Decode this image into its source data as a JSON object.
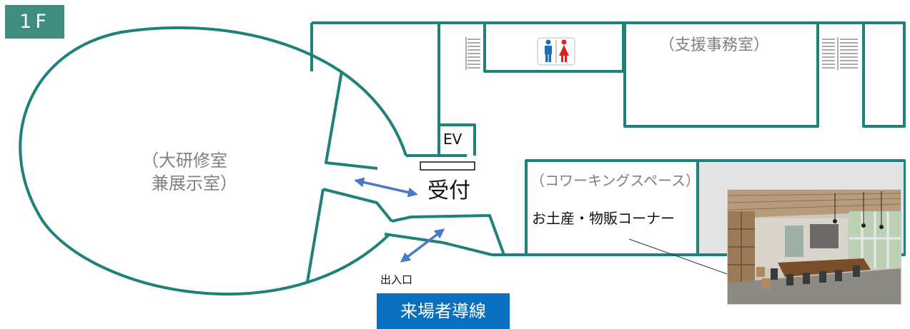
{
  "floor_label": "1F",
  "rooms": {
    "large_room_line1": "（大研修室",
    "large_room_line2": "兼展示室）",
    "support_office": "（支援事務室）",
    "elevator": "EV",
    "reception": "受付",
    "coworking": "（コワーキングスペース）",
    "souvenir_corner": "お土産・物販コーナー",
    "entrance": "出入口"
  },
  "legend": {
    "visitor_route": "来場者導線"
  },
  "icons": {
    "restroom": "restroom-icon",
    "stairs": "stairs-icon",
    "arrow": "double-arrow-icon"
  },
  "colors": {
    "wall": "#1e8278",
    "route_arrow": "#4a79c8",
    "badge": "#3f8c80",
    "legend": "#0b6fbf"
  }
}
